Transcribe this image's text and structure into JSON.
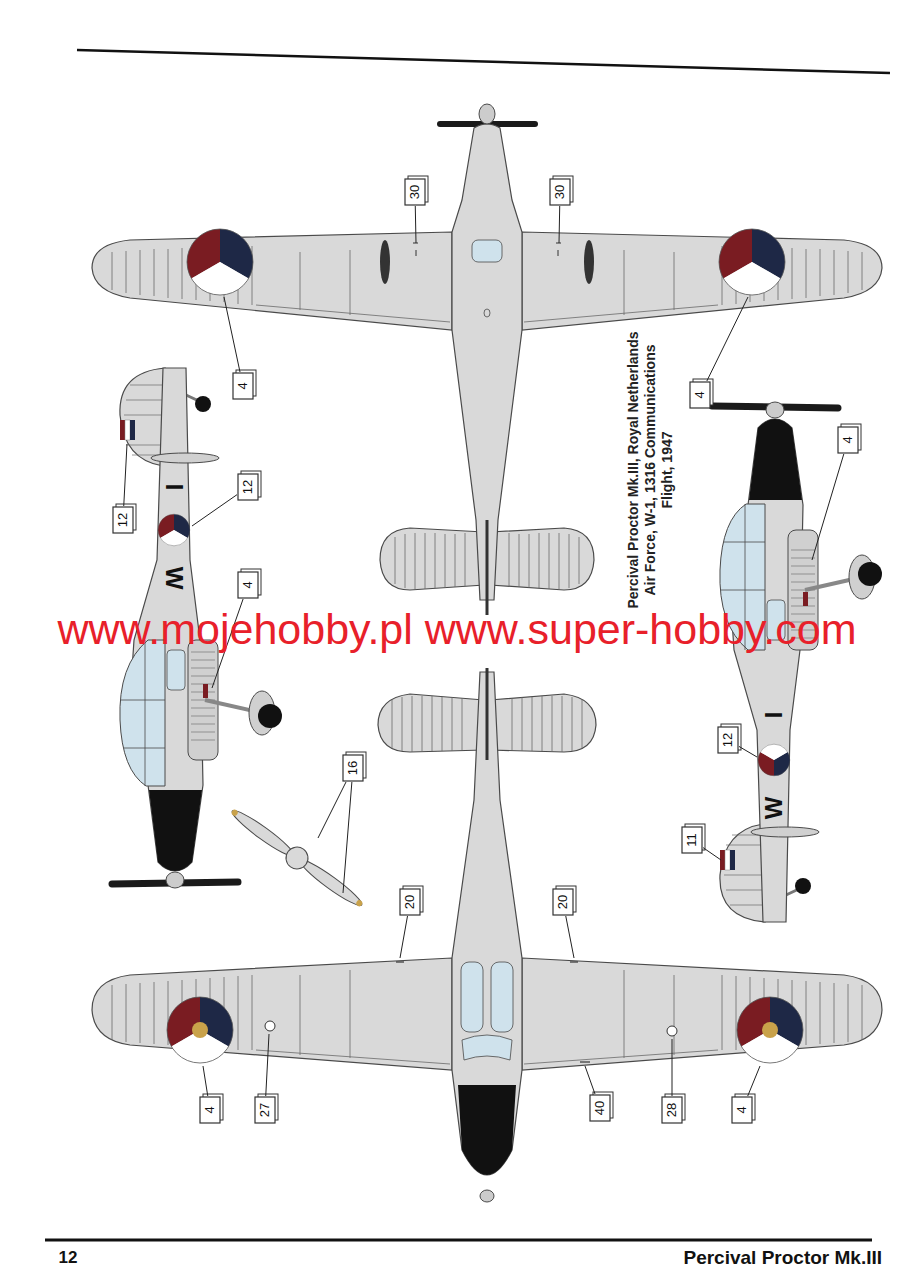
{
  "diagram": {
    "caption": "Percival Proctor Mk.III, Royal Netherlands Air Force, W-1, 1316 Communications Flight, 1947",
    "labels": [
      "30",
      "30",
      "4",
      "4",
      "12",
      "12",
      "I",
      "W",
      "4",
      "16",
      "4",
      "12",
      "I",
      "W",
      "11",
      "20",
      "20",
      "4",
      "27",
      "28",
      "4",
      "40",
      "www.mojehobby.pl www.super-hobby.com",
      "12",
      "Percival Proctor Mk.III"
    ]
  }
}
